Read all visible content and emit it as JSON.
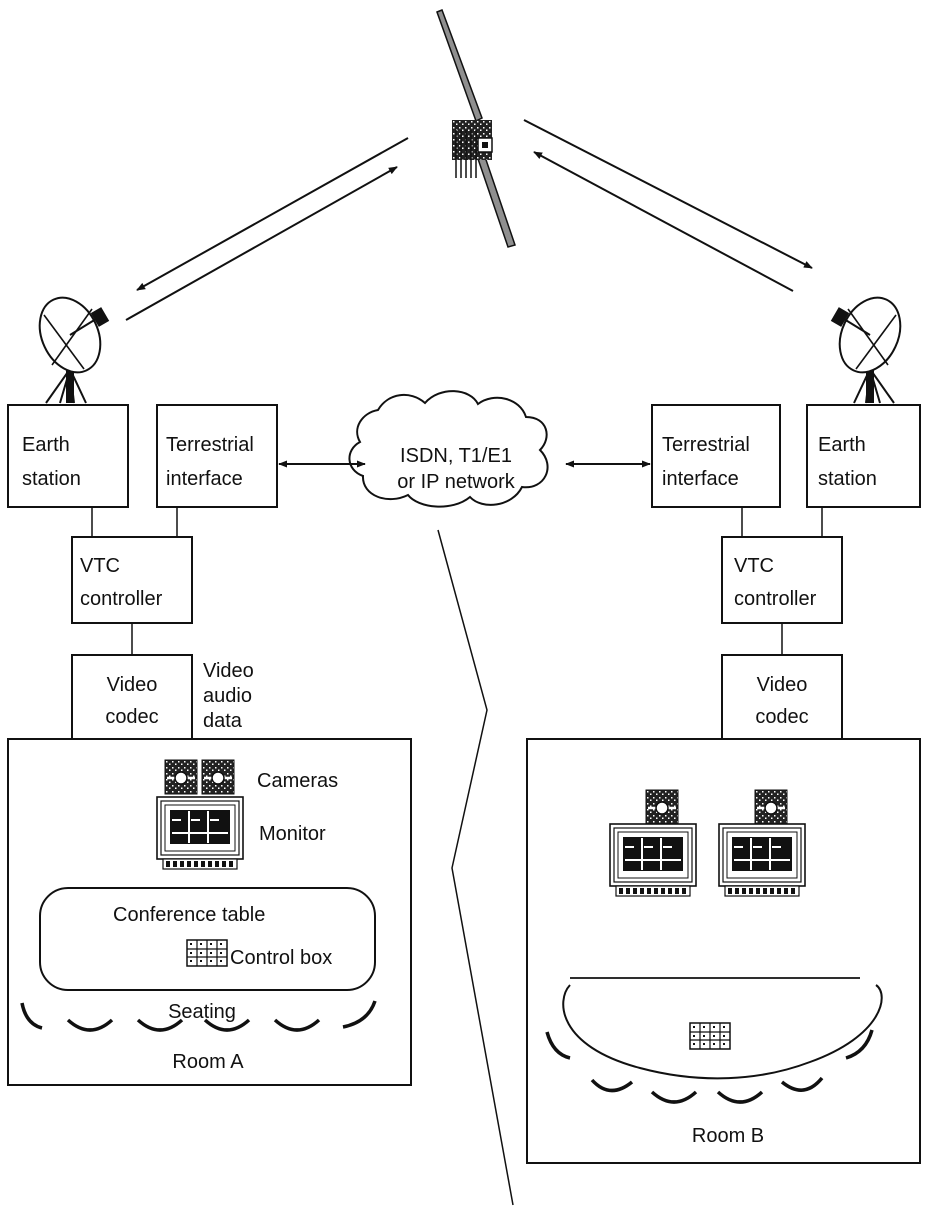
{
  "colors": {
    "ink": "#111111",
    "panel": "#8f8f8f",
    "background": "#ffffff"
  },
  "icons": [
    "satellite-icon",
    "dish-antenna-icon",
    "cloud-icon",
    "camera-icon",
    "monitor-icon",
    "control-box-icon",
    "seat-icon"
  ],
  "network": {
    "line1": "ISDN, T1/E1",
    "line2": "or IP network"
  },
  "side_a": {
    "earth_station": {
      "line1": "Earth",
      "line2": "station"
    },
    "terrestrial": {
      "line1": "Terrestrial",
      "line2": "interface"
    },
    "vtc": {
      "line1": "VTC",
      "line2": "controller"
    },
    "codec": {
      "line1": "Video",
      "line2": "codec"
    },
    "signal": {
      "line1": "Video",
      "line2": "audio",
      "line3": "data"
    },
    "room": {
      "cameras": "Cameras",
      "monitor": "Monitor",
      "table": "Conference table",
      "control_box": "Control box",
      "seating": "Seating",
      "name": "Room A"
    }
  },
  "side_b": {
    "earth_station": {
      "line1": "Earth",
      "line2": "station"
    },
    "terrestrial": {
      "line1": "Terrestrial",
      "line2": "interface"
    },
    "vtc": {
      "line1": "VTC",
      "line2": "controller"
    },
    "codec": {
      "line1": "Video",
      "line2": "codec"
    },
    "room": {
      "name": "Room B"
    }
  }
}
